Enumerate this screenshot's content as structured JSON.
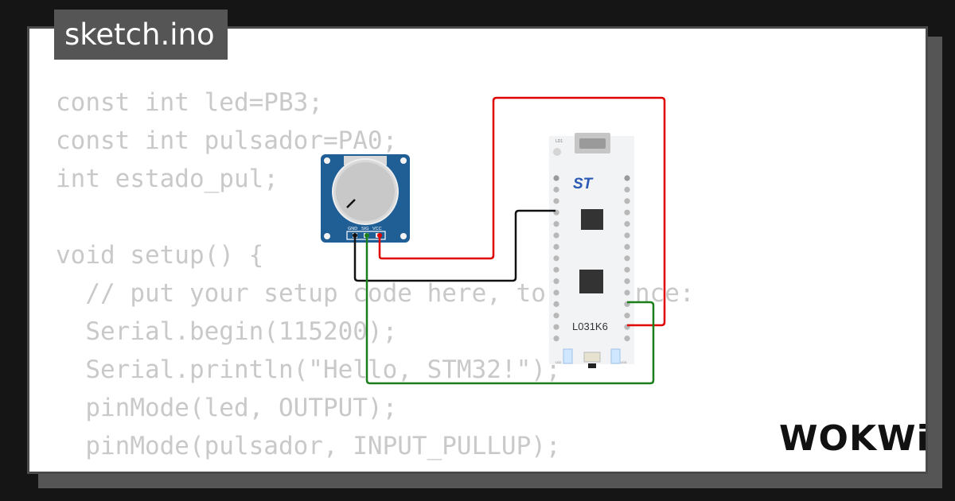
{
  "tab": {
    "filename": "sketch.ino"
  },
  "code_lines": [
    "const int led=PB3;",
    "const int pulsador=PA0;",
    "int estado_pul;",
    "",
    "void setup() {",
    "  // put your setup code here, to run once:",
    "  Serial.begin(115200);",
    "  Serial.println(\"Hello, STM32!\");",
    "  pinMode(led, OUTPUT);",
    "  pinMode(pulsador, INPUT_PULLUP);",
    "}"
  ],
  "board": {
    "label": "L031K6",
    "logo": "ST",
    "led_labels": [
      "LD1",
      "LD2",
      "LD3"
    ]
  },
  "potentiometer": {
    "pin_labels": [
      "GND",
      "SIG",
      "VCC"
    ]
  },
  "brand": {
    "logo_text": "WOKWi"
  },
  "colors": {
    "wire_vcc": "#e00000",
    "wire_gnd": "#111111",
    "wire_sig": "#1a7f1a",
    "pot_body": "#1f5f95",
    "code_text": "#c9c9c9"
  }
}
